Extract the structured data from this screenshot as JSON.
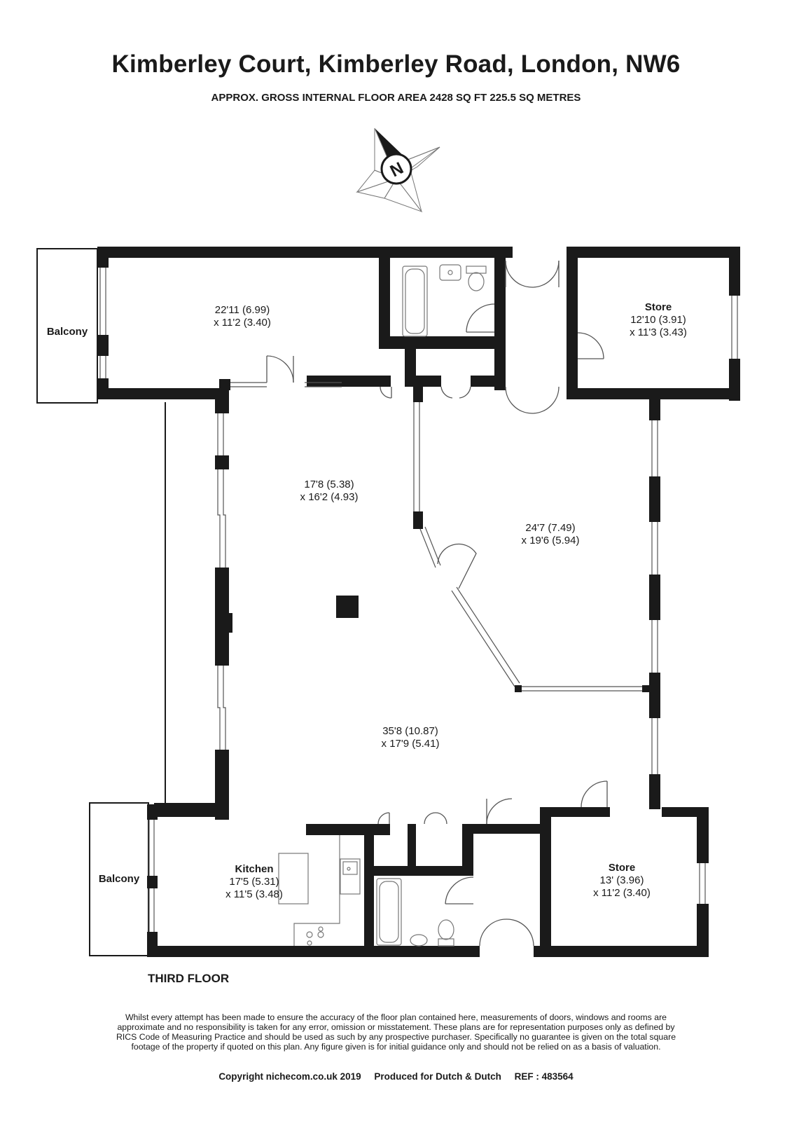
{
  "header": {
    "title": "Kimberley Court, Kimberley Road, London, NW6",
    "subtitle": "APPROX. GROSS INTERNAL FLOOR AREA 2428 SQ FT 225.5 SQ METRES"
  },
  "compass": {
    "label": "N",
    "icon": "compass-rose-icon"
  },
  "rooms": {
    "balcony_top": {
      "name": "Balcony"
    },
    "bedroom_top": {
      "line1": "22'11 (6.99)",
      "line2": "x 11'2 (3.40)"
    },
    "store_top": {
      "name": "Store",
      "line1": "12'10 (3.91)",
      "line2": "x 11'3 (3.43)"
    },
    "room_center": {
      "line1": "17'8 (5.38)",
      "line2": "x 16'2 (4.93)"
    },
    "room_right": {
      "line1": "24'7 (7.49)",
      "line2": "x 19'6 (5.94)"
    },
    "reception": {
      "line1": "35'8 (10.87)",
      "line2": "x 17'9 (5.41)"
    },
    "balcony_bottom": {
      "name": "Balcony"
    },
    "kitchen": {
      "name": "Kitchen",
      "line1": "17'5 (5.31)",
      "line2": "x 11'5 (3.48)"
    },
    "store_bottom": {
      "name": "Store",
      "line1": "13' (3.96)",
      "line2": "x 11'2 (3.40)"
    }
  },
  "floor_label": "THIRD FLOOR",
  "footer": {
    "disclaimer": "Whilst every attempt has been made to ensure the accuracy of the floor plan contained here, measurements of doors, windows and rooms are approximate and no responsibility is taken for any error, omission or misstatement. These plans are for representation purposes only as defined by RICS Code of Measuring Practice and should be used as such by any prospective purchaser. Specifically no guarantee is given on the total square footage of the property if quoted on this plan. Any figure given is for initial guidance only and should not be relied on as a basis of valuation.",
    "copyright": "Copyright nichecom.co.uk 2019     Produced for Dutch & Dutch     REF : 483564"
  },
  "colors": {
    "wall": "#1a1a1a",
    "line": "#555555",
    "fixture": "#777777",
    "background": "#ffffff"
  }
}
